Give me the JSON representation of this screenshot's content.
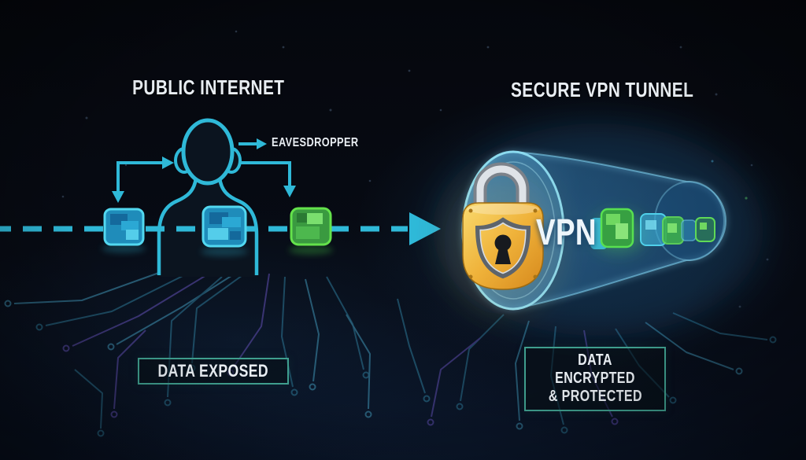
{
  "app": {
    "type": "vpn-security-infographic"
  },
  "left_panel": {
    "title": "PUBLIC INTERNET",
    "eavesdropper_label": "EAVESDROPPER",
    "status_label": "DATA EXPOSED"
  },
  "right_panel": {
    "title": "SECURE VPN TUNNEL",
    "vpn_label": "VPN",
    "status_line1": "DATA ENCRYPTED",
    "status_line2": "& PROTECTED"
  },
  "icons": {
    "eavesdropper": "person-bust-silhouette",
    "exposed_packet": "pixelated-data-packet-cyan",
    "intercepted_packet": "pixelated-data-packet-green",
    "data_flow": "dashed-arrow-line",
    "lock": "gold-padlock",
    "shield": "shield-with-keyhole",
    "tunnel": "translucent-vpn-tunnel-cylinder",
    "background_texture": "circuit-board-traces"
  },
  "colors": {
    "accent_cyan": "#2fb9d8",
    "packet_cyan": "#2196c4",
    "packet_green": "#45c944",
    "lock_gold": "#e8a62e",
    "label_border": "#3f9e8e",
    "title_color": "#e9eef3",
    "background": "#06090f"
  }
}
